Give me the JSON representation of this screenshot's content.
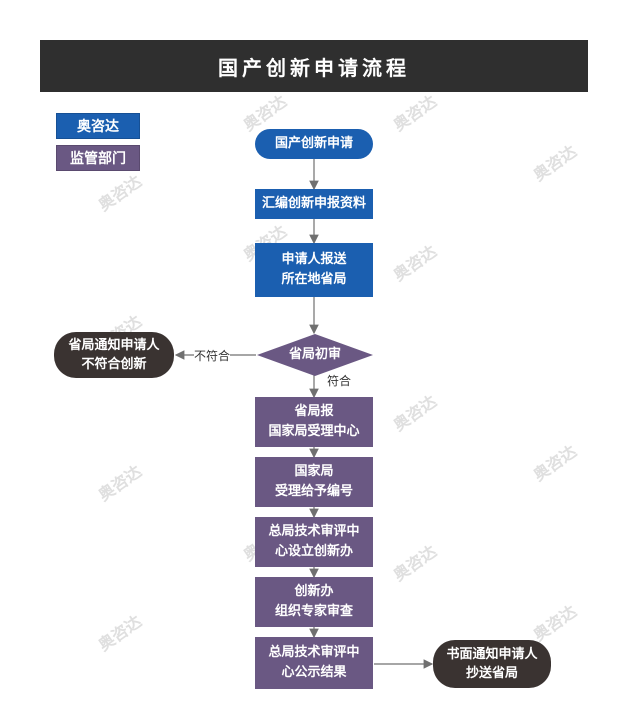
{
  "title": "国产创新申请流程",
  "legend": {
    "applicant": "奥咨达",
    "regulator": "监管部门"
  },
  "nodes": {
    "start": "国产创新申请",
    "compile": "汇编创新申报资料",
    "submit_line1": "申请人报送",
    "submit_line2": "所在地省局",
    "decision": "省局初审",
    "report_line1": "省局报",
    "report_line2": "国家局受理中心",
    "accept_line1": "国家局",
    "accept_line2": "受理给予编号",
    "office_line1": "总局技术审评中",
    "office_line2": "心设立创新办",
    "review_line1": "创新办",
    "review_line2": "组织专家审查",
    "publish_line1": "总局技术审评中",
    "publish_line2": "心公示结果",
    "reject_line1": "省局通知申请人",
    "reject_line2": "不符合创新",
    "notify_line1": "书面通知申请人",
    "notify_line2": "抄送省局"
  },
  "edge_labels": {
    "no": "不符合",
    "yes": "符合"
  },
  "watermark": "奥咨达",
  "colors": {
    "title_bg": "#2f2f2f",
    "blue": "#1b5fb0",
    "purple": "#6a5883",
    "terminal": "#3a3331",
    "line": "#707070"
  }
}
